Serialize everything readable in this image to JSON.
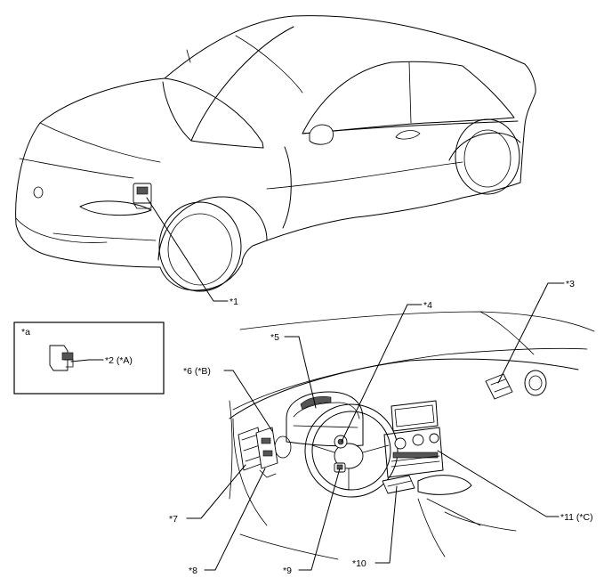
{
  "callouts": {
    "c1": "*1",
    "c2": "*2 (*A)",
    "c3": "*3",
    "c4": "*4",
    "c5": "*5",
    "c6": "*6 (*B)",
    "c7": "*7",
    "c8": "*8",
    "c9": "*9",
    "c10": "*10",
    "c11": "*11 (*C)"
  },
  "inset": {
    "label": "*a"
  }
}
